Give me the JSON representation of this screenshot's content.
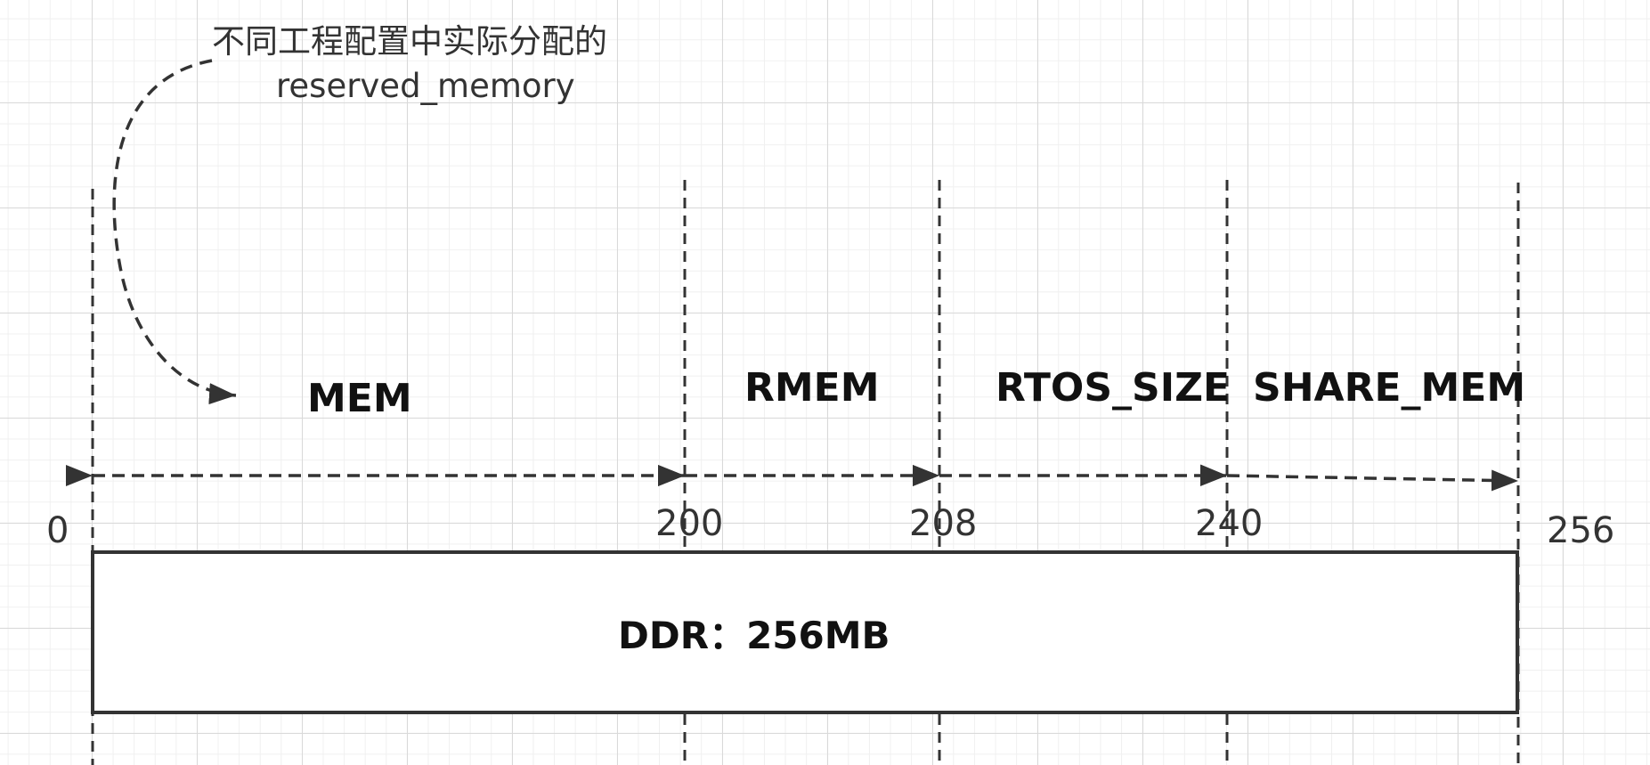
{
  "note": {
    "line1": "不同工程配置中实际分配的",
    "line2": "reserved_memory"
  },
  "segments": [
    {
      "label": "MEM"
    },
    {
      "label": "RMEM"
    },
    {
      "label": "RTOS_SIZE"
    },
    {
      "label": "SHARE_MEM"
    }
  ],
  "ticks": [
    "0",
    "200",
    "208",
    "240",
    "256"
  ],
  "ddr": {
    "label": "DDR：256MB"
  },
  "colors": {
    "line": "#333333",
    "grid_major": "#d9d9d9",
    "grid_minor": "#f0f0f0"
  }
}
